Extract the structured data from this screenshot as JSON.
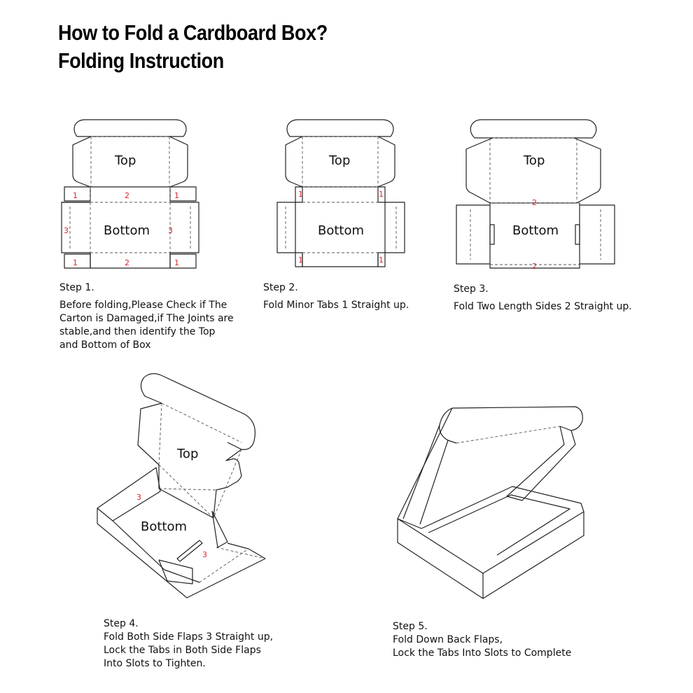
{
  "header": {
    "title_line1": "How to Fold a Cardboard Box?",
    "title_line2": "Folding Instruction"
  },
  "labels": {
    "top": "Top",
    "bottom": "Bottom",
    "n1": "1",
    "n2": "2",
    "n3": "3"
  },
  "steps": [
    {
      "heading": "Step 1.",
      "text": "Before folding,Please Check if The\nCarton is Damaged,if The Joints are\nstable,and then identify the Top\nand Bottom of Box"
    },
    {
      "heading": "Step 2.",
      "text": "Fold Minor Tabs 1 Straight up."
    },
    {
      "heading": "Step 3.",
      "text": "Fold Two Length Sides 2 Straight up."
    },
    {
      "heading": "Step 4.",
      "text": "Fold Both Side Flaps 3 Straight up,\nLock the Tabs in Both Side Flaps\nInto Slots to Tighten."
    },
    {
      "heading": "Step 5.",
      "text": "Fold Down Back Flaps,\nLock the Tabs Into Slots to Complete"
    }
  ],
  "colors": {
    "number_red": "#d8262a",
    "line": "#222222",
    "text": "#111111"
  }
}
